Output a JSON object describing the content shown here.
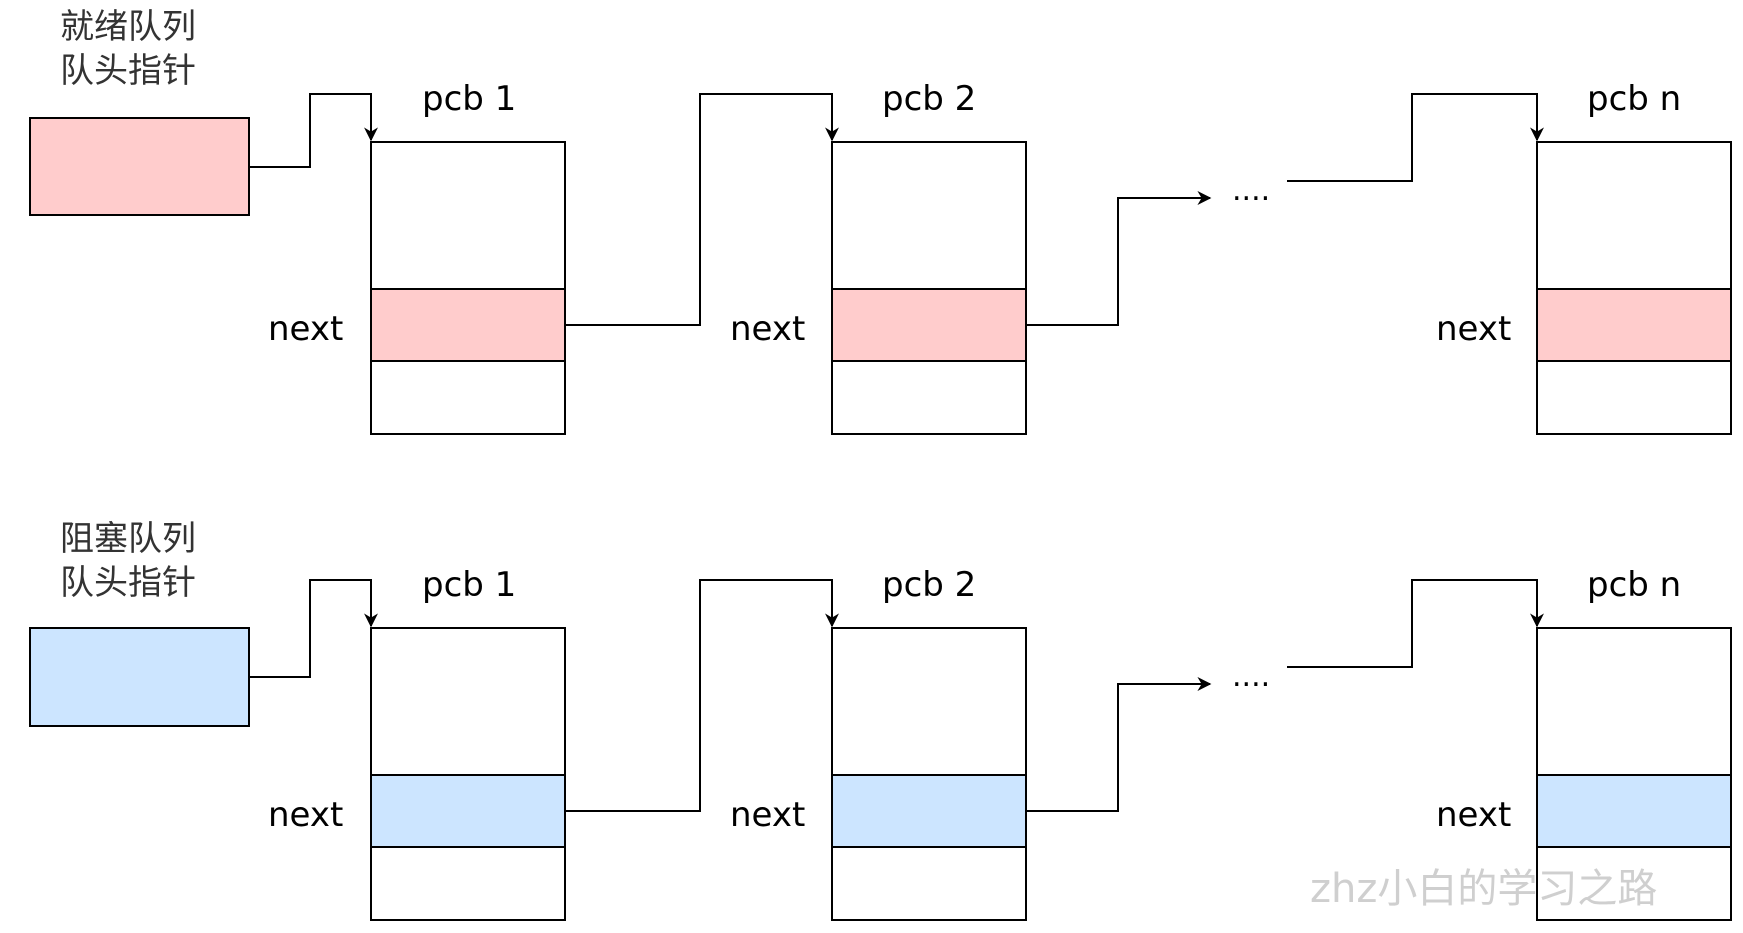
{
  "rows": [
    {
      "id": "ready",
      "head_label_lines": [
        "就绪队列",
        "队头指针"
      ],
      "fill": "#ffcccc",
      "nodes": [
        {
          "title": "pcb 1",
          "field_label": "next"
        },
        {
          "title": "pcb 2",
          "field_label": "next"
        },
        {
          "title": "pcb n",
          "field_label": "next"
        }
      ],
      "ellipsis": "...."
    },
    {
      "id": "blocked",
      "head_label_lines": [
        "阻塞队列",
        "队头指针"
      ],
      "fill": "#cce5ff",
      "nodes": [
        {
          "title": "pcb 1",
          "field_label": "next"
        },
        {
          "title": "pcb 2",
          "field_label": "next"
        },
        {
          "title": "pcb n",
          "field_label": "next"
        }
      ],
      "ellipsis": "...."
    }
  ],
  "watermark": "zhz小白的学习之路",
  "colors": {
    "stroke": "#000000",
    "head_text": "#333333"
  }
}
